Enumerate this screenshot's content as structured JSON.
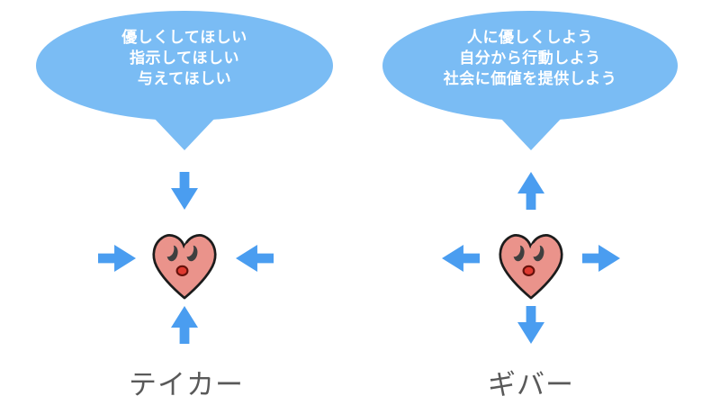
{
  "colors": {
    "bubble_fill": "#7abcf4",
    "bubble_text": "#ffffff",
    "arrow_fill": "#4a9df0",
    "heart_fill": "#ea938b",
    "heart_stroke": "#1c1c1c",
    "eye_fill": "#3f3f3f",
    "mouth_fill": "#df3a30",
    "mouth_stroke": "#66120c",
    "label_text": "#595959"
  },
  "taker": {
    "label": "テイカー",
    "bubble_lines": [
      "優しくしてほしい",
      "指示してほしい",
      "与えてほしい"
    ],
    "arrow_flow": "inward"
  },
  "giver": {
    "label": "ギバー",
    "bubble_lines": [
      "人に優しくしよう",
      "自分から行動しよう",
      "社会に価値を提供しよう"
    ],
    "arrow_flow": "outward"
  }
}
